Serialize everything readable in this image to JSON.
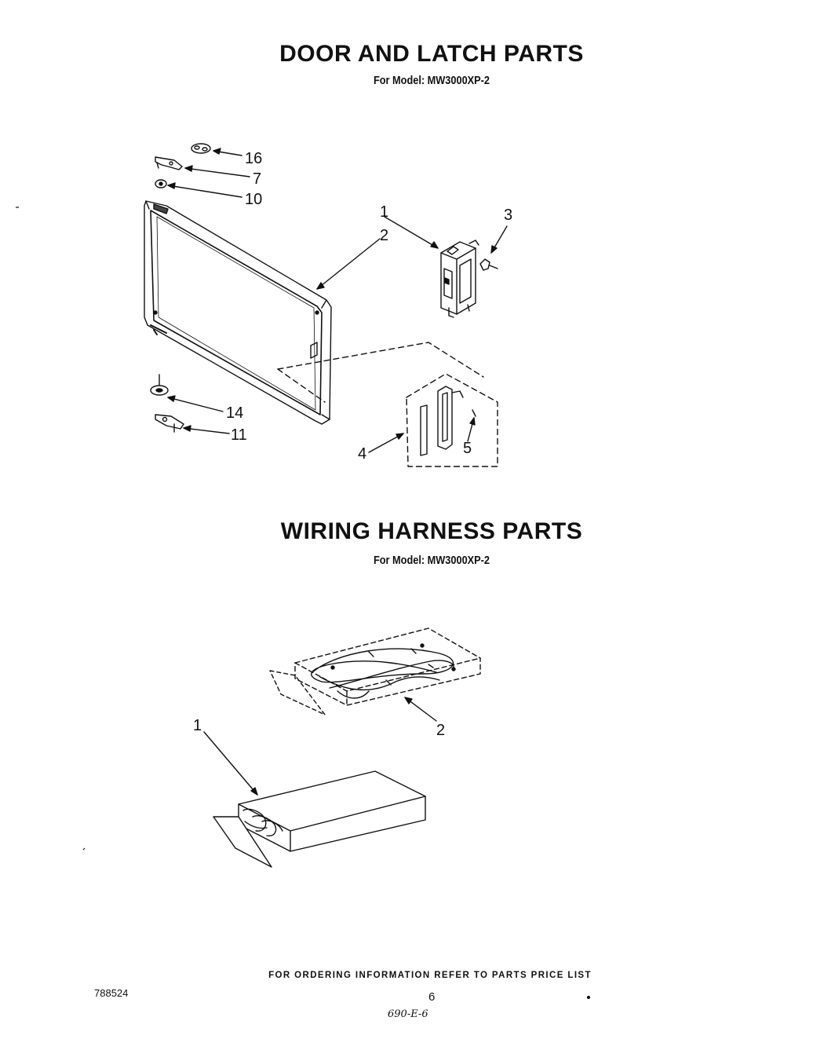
{
  "door_section": {
    "title": "DOOR AND LATCH PARTS",
    "model": "For Model: MW3000XP-2",
    "callouts": {
      "p16": "16",
      "p7": "7",
      "p10": "10",
      "p1": "1",
      "p3": "3",
      "p2": "2",
      "p14": "14",
      "p11": "11",
      "p4": "4",
      "p5": "5"
    }
  },
  "wiring_section": {
    "title": "WIRING HARNESS PARTS",
    "model": "For Model: MW3000XP-2",
    "callouts": {
      "p1": "1",
      "p2": "2"
    }
  },
  "footer": {
    "ordering_note": "FOR ORDERING INFORMATION REFER TO PARTS PRICE LIST",
    "doc_number": "788524",
    "page_number": "6",
    "handwritten_note": "690-E-6"
  }
}
